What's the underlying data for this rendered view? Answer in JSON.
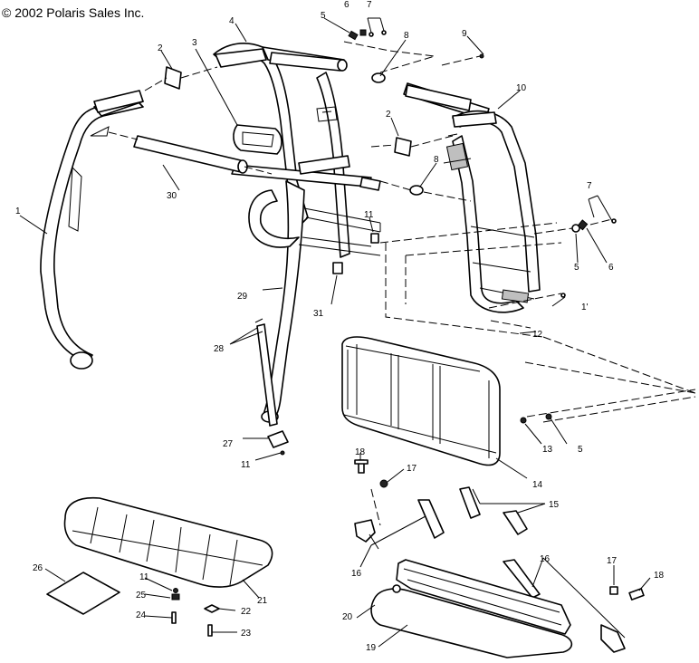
{
  "copyright": "© 2002 Polaris Sales Inc.",
  "callouts": {
    "c1": "1",
    "c2a": "2",
    "c2b": "2",
    "c3": "3",
    "c4": "4",
    "c5a": "5",
    "c5b": "5",
    "c5c": "5",
    "c6a": "6",
    "c6b": "6",
    "c7a": "7",
    "c7b": "7",
    "c8a": "8",
    "c8b": "8",
    "c9": "9",
    "c10": "10",
    "c11a": "11",
    "c11b": "11",
    "c11c": "11",
    "c11d": "1'",
    "c12": "12",
    "c13": "13",
    "c14": "14",
    "c15": "15",
    "c16a": "16",
    "c16b": "16",
    "c17a": "17",
    "c17b": "17",
    "c18a": "18",
    "c18b": "18",
    "c19": "19",
    "c20": "20",
    "c21": "21",
    "c22": "22",
    "c23": "23",
    "c24": "24",
    "c25": "25",
    "c26": "26",
    "c27": "27",
    "c28": "28",
    "c29": "29",
    "c30": "30",
    "c31": "31"
  }
}
